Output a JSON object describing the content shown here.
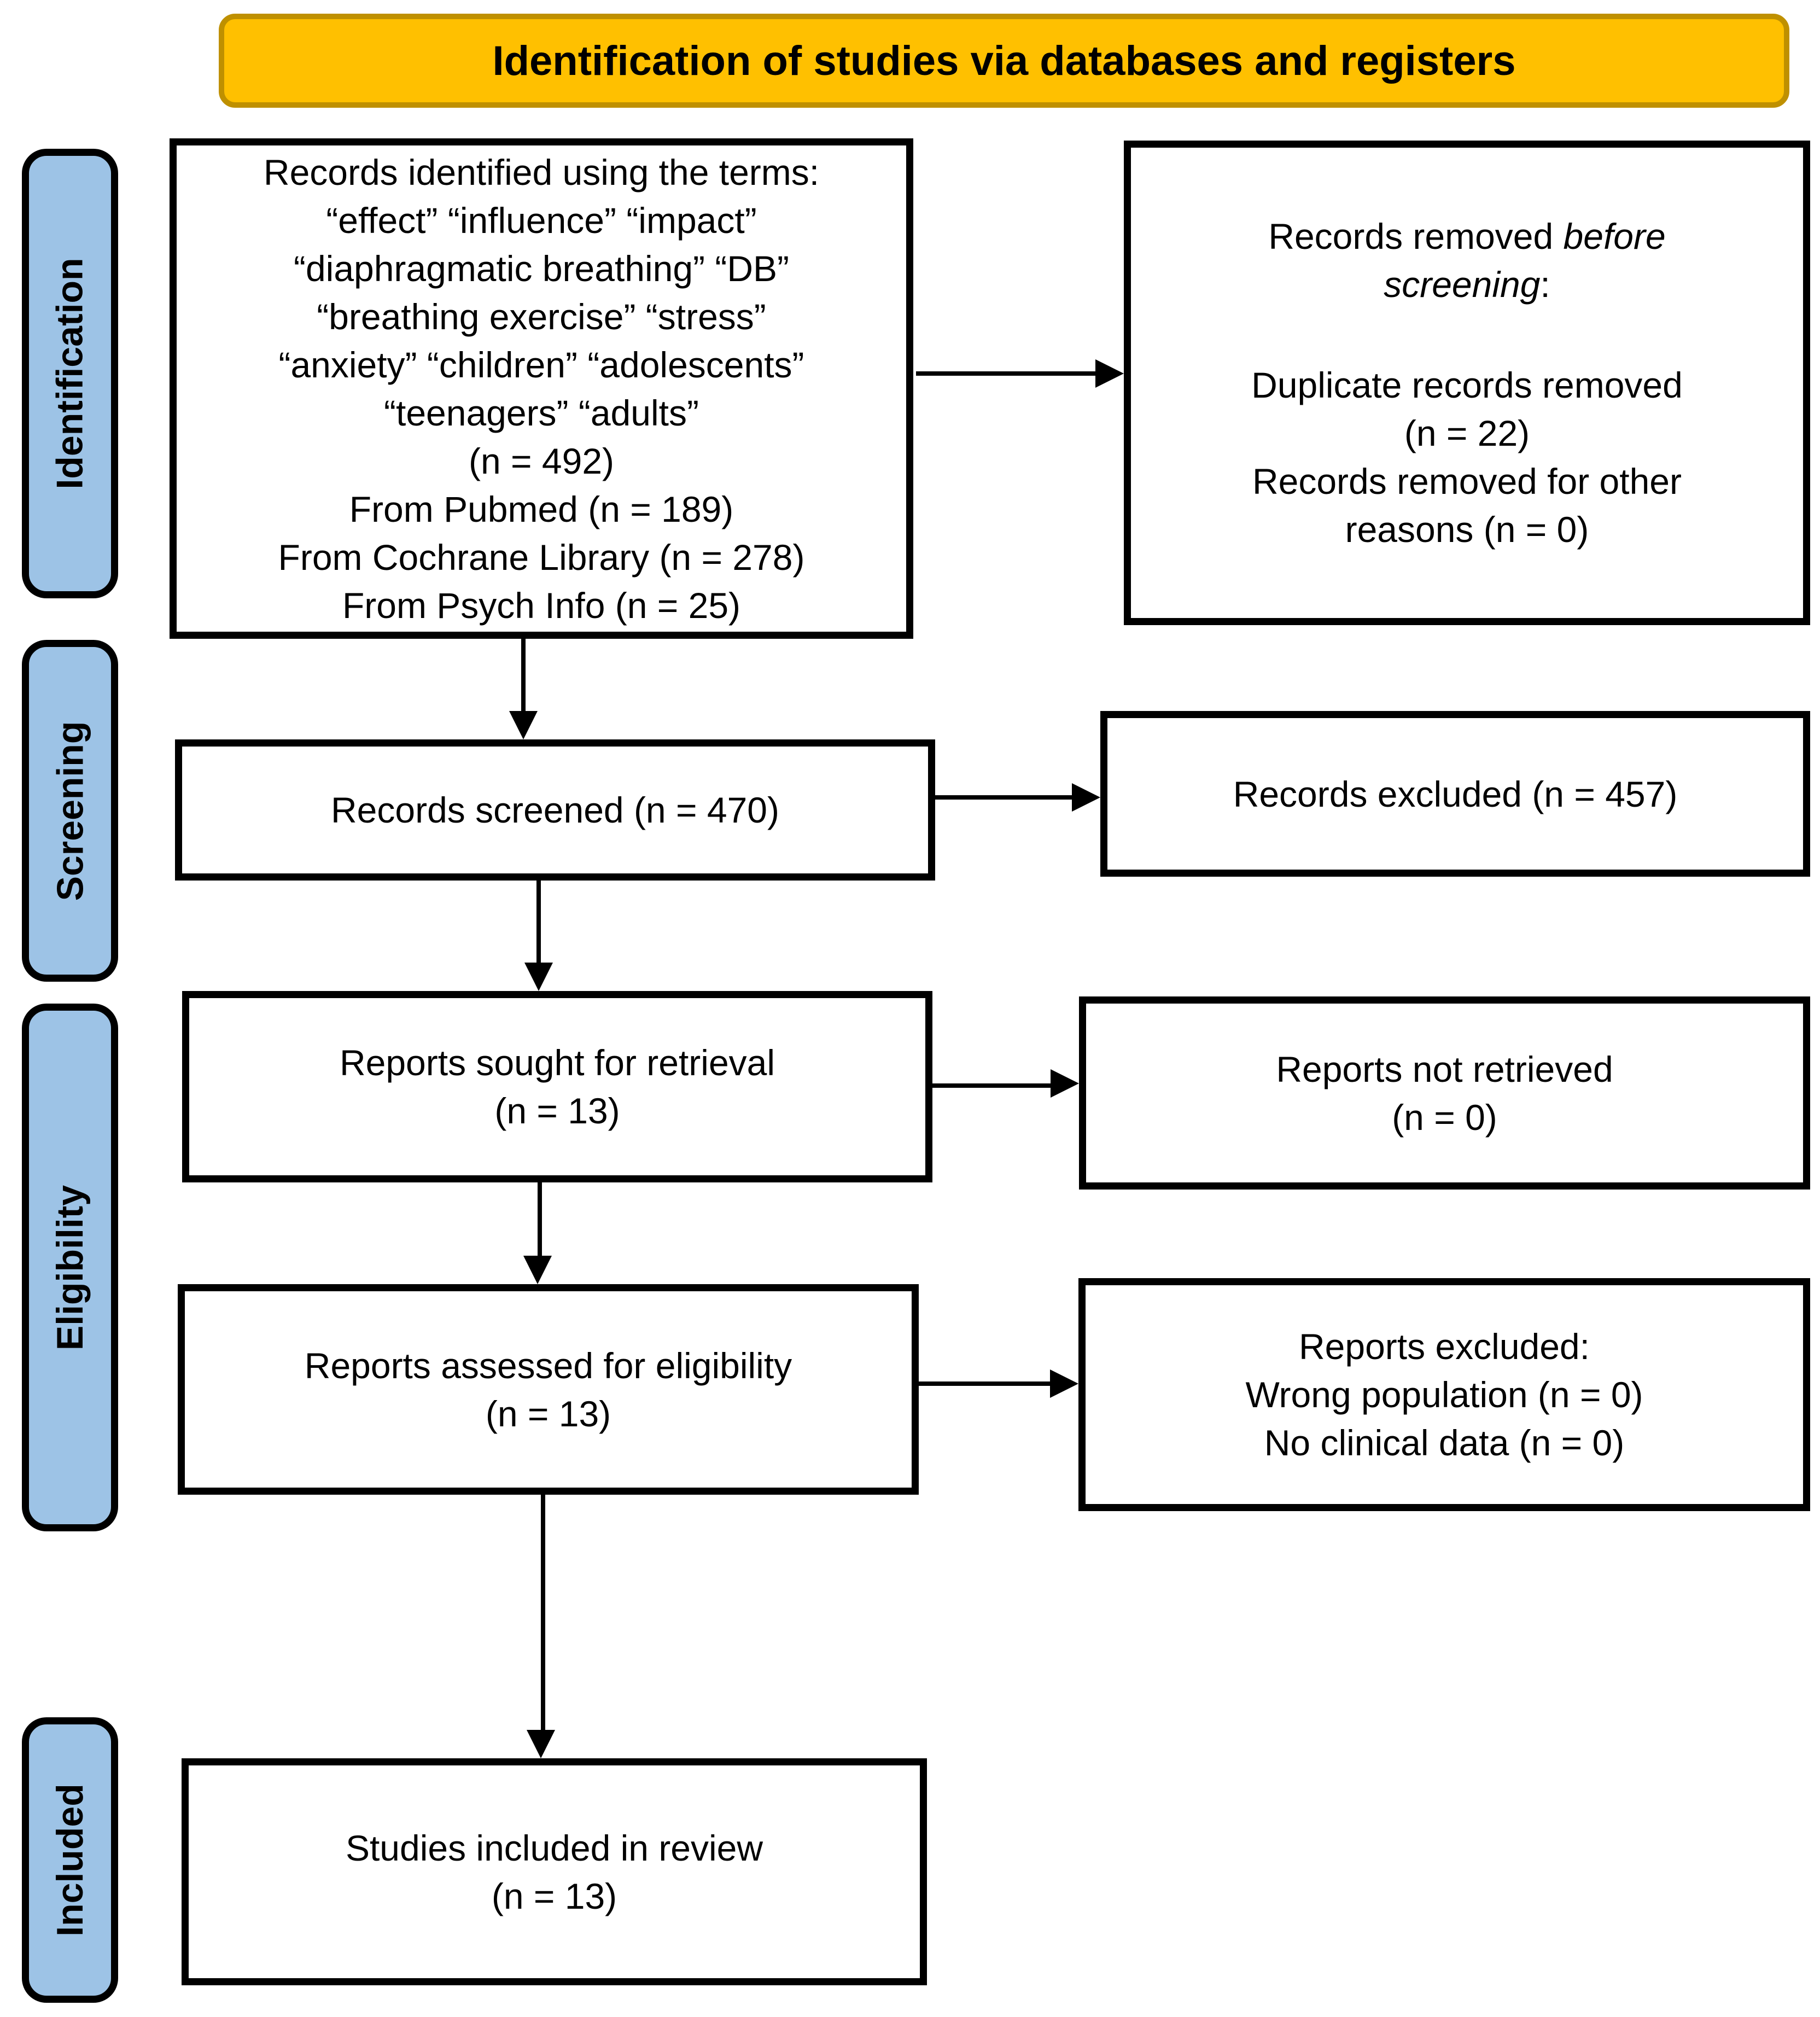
{
  "header": {
    "title": "Identification of studies via databases and registers"
  },
  "sidebar": {
    "identification": "Identification",
    "screening": "Screening",
    "eligibility": "Eligibility",
    "included": "Included"
  },
  "flow": {
    "records_identified": {
      "lines": [
        "Records identified using the terms:",
        "“effect” “influence” “impact”",
        "“diaphragmatic breathing” “DB”",
        "“breathing exercise” “stress”",
        "“anxiety” “children” “adolescents”",
        "“teenagers” “adults”",
        "(n = 492)",
        "From Pubmed (n = 189)",
        "From Cochrane Library (n = 278)",
        "From Psych Info (n = 25)"
      ]
    },
    "records_removed": {
      "line1_normal": "Records removed ",
      "line1_italic": "before",
      "line2_italic": "screening",
      "line2_suffix": ":",
      "lines": [
        "Duplicate records removed",
        "(n = 22)",
        "Records removed for other",
        "reasons (n = 0)"
      ]
    },
    "records_screened": {
      "label": "Records screened (n = 470)"
    },
    "records_excluded": {
      "label": "Records excluded (n = 457)"
    },
    "reports_sought": {
      "lines": [
        "Reports sought for retrieval",
        "(n = 13)"
      ]
    },
    "reports_not_retrieved": {
      "lines": [
        "Reports not retrieved",
        "(n = 0)"
      ]
    },
    "reports_assessed": {
      "lines": [
        "Reports assessed for eligibility",
        "(n = 13)"
      ]
    },
    "reports_excluded": {
      "lines": [
        "Reports excluded:",
        "Wrong population (n = 0)",
        "No clinical data (n = 0)"
      ]
    },
    "studies_included": {
      "lines": [
        "Studies included in review",
        "(n = 13)"
      ]
    }
  },
  "colors": {
    "banner_fill": "#FFC000",
    "banner_border": "#BF9000",
    "sidebar_fill": "#9DC3E6",
    "box_border": "#000000",
    "text": "#000000"
  }
}
